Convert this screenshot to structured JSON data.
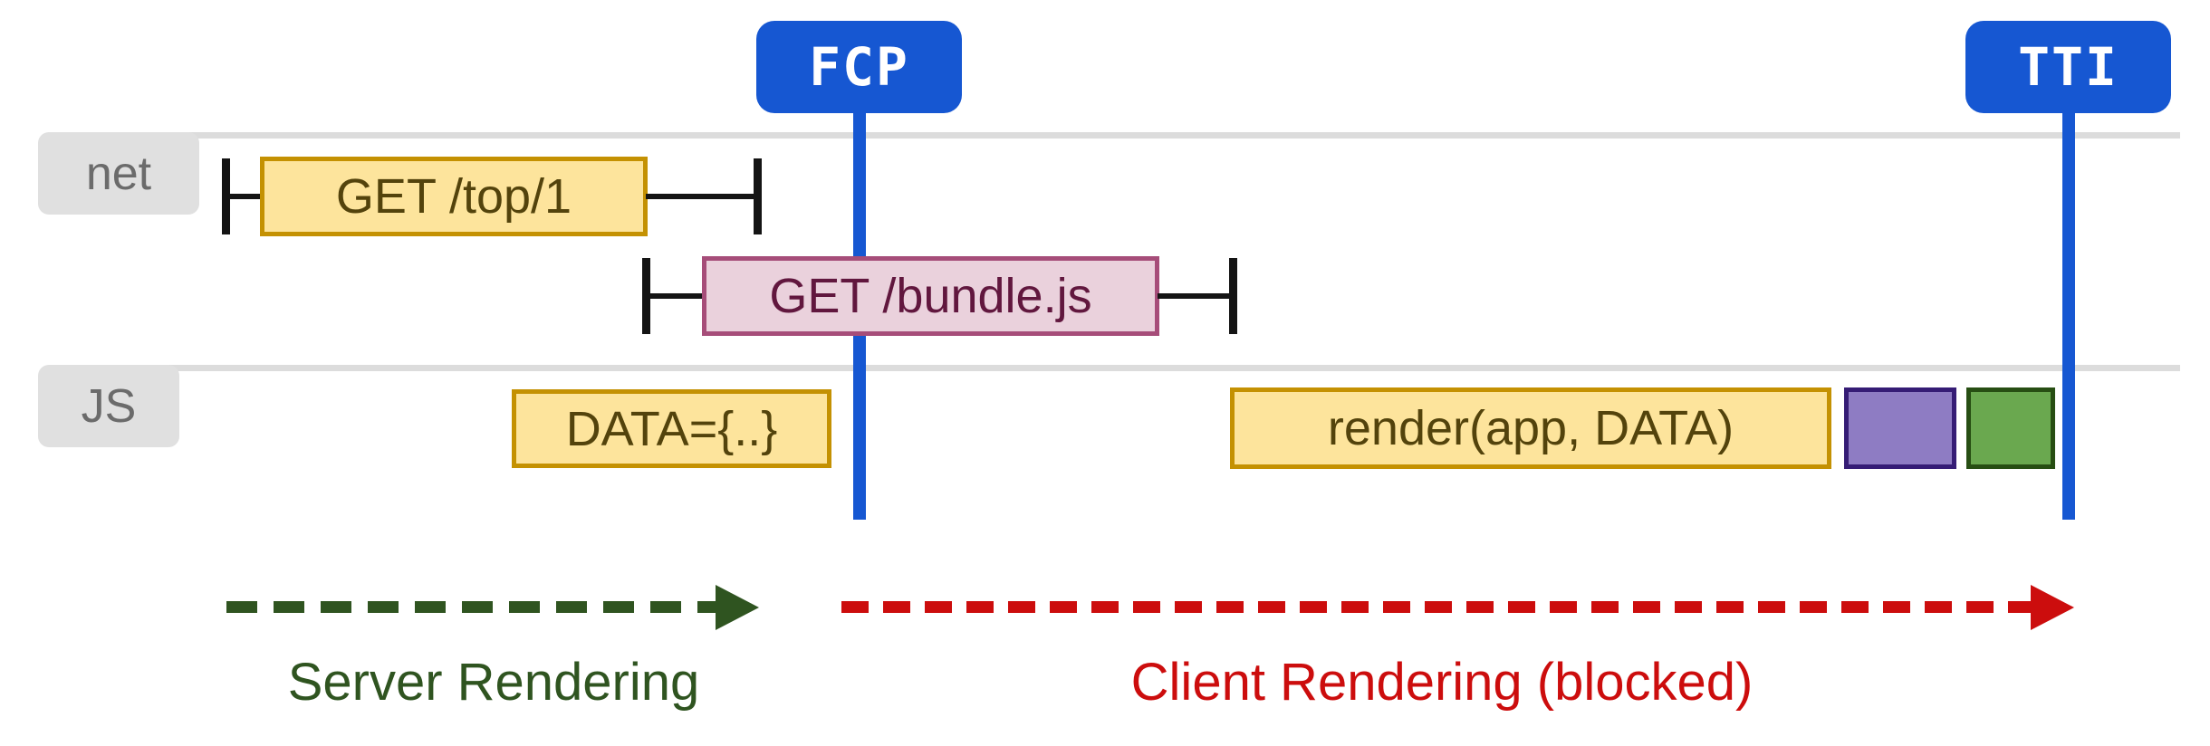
{
  "diagram": {
    "title_semantics": "Client-side rendering performance timeline",
    "milestones": [
      {
        "id": "fcp",
        "label": "FCP"
      },
      {
        "id": "tti",
        "label": "TTI"
      }
    ],
    "tracks": [
      {
        "id": "net",
        "label": "net"
      },
      {
        "id": "js",
        "label": "JS"
      }
    ],
    "network_requests": [
      {
        "label": "GET /top/1",
        "style": "yellow",
        "has_start_tick": true,
        "has_end_tick": true
      },
      {
        "label": "GET /bundle.js",
        "style": "pink",
        "has_start_tick": true,
        "has_end_tick": true
      }
    ],
    "js_tasks": [
      {
        "label": "DATA={..}",
        "style": "yellow"
      },
      {
        "label": "render(app, DATA)",
        "style": "yellow"
      },
      {
        "label": "",
        "style": "purple"
      },
      {
        "label": "",
        "style": "green"
      }
    ],
    "phases": [
      {
        "label": "Server Rendering",
        "color": "#2f5420",
        "arrow": "dashed-right"
      },
      {
        "label": "Client Rendering (blocked)",
        "color": "#cc0d0d",
        "arrow": "dashed-right"
      }
    ],
    "colors": {
      "milestone_blue": "#1657d2",
      "track_line_gray": "#dcdcdc",
      "track_tab_gray": "#e0e0e0",
      "track_text_gray": "#6b6b6b",
      "bar_yellow_fill": "#fde49c",
      "bar_yellow_border": "#c49102",
      "bar_yellow_text": "#53430c",
      "bar_pink_fill": "#ead1dc",
      "bar_pink_border": "#a64d79",
      "bar_pink_text": "#61173e",
      "bar_purple_fill": "#8e7cc3",
      "bar_purple_border": "#351c75",
      "bar_green_fill": "#6aa84f",
      "bar_green_border": "#274e13",
      "tick_black": "#141414",
      "arrow_green": "#2f5420",
      "arrow_red": "#cc0d0d"
    }
  }
}
